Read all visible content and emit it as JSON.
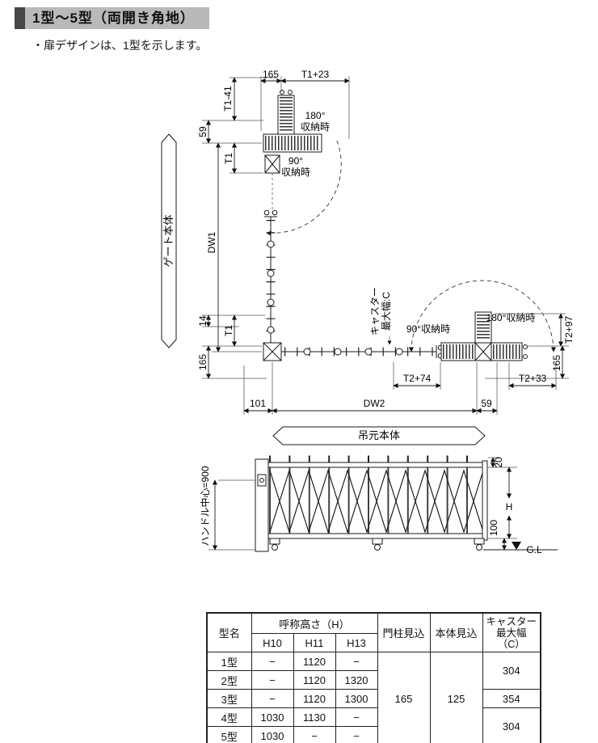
{
  "header": {
    "title": "1型～5型（両開き角地）",
    "note": "・扉デザインは、1型を示します。"
  },
  "plan": {
    "gate_body": "ゲート本体",
    "hinge_body": "吊元本体",
    "caster_label_1": "キャスター",
    "caster_label_2": "最大幅:C",
    "stored_180_l1": "180°",
    "stored_180_l2": "収納時",
    "stored_90_l1": "90°",
    "stored_90_l2": "収納時",
    "stored_90_right": "90°収納時",
    "stored_180_right": "180°収納時",
    "dims": {
      "top_165": "165",
      "top_t1_23": "T1+23",
      "t1_minus_41": "T1-41",
      "left_59": "59",
      "t1_upper": "T1",
      "dw1": "DW1",
      "left_14": "14",
      "t1_lower": "T1",
      "left_165": "165",
      "t2_97": "T2+97",
      "right_165": "165",
      "t2_74": "T2+74",
      "t2_33": "T2+33",
      "bottom_101": "101",
      "dw2": "DW2",
      "bottom_59": "59"
    }
  },
  "elevation": {
    "handle": "ハンドル中心=900",
    "top_20": "20",
    "height_h": "H",
    "bottom_100": "100",
    "ground": "G.L"
  },
  "table": {
    "col_model": "型名",
    "col_height": "呼称高さ（H）",
    "col_h10": "H10",
    "col_h11": "H11",
    "col_h13": "H13",
    "col_post": "門柱見込",
    "col_body": "本体見込",
    "col_caster": "キャスター\n最大幅\n（C）",
    "rows": [
      {
        "model": "1型",
        "h10": "−",
        "h11": "1120",
        "h13": "−"
      },
      {
        "model": "2型",
        "h10": "−",
        "h11": "1120",
        "h13": "1320"
      },
      {
        "model": "3型",
        "h10": "−",
        "h11": "1120",
        "h13": "1300"
      },
      {
        "model": "4型",
        "h10": "1030",
        "h11": "1130",
        "h13": "−"
      },
      {
        "model": "5型",
        "h10": "1030",
        "h11": "−",
        "h13": "−"
      }
    ],
    "post_value": "165",
    "body_value": "125",
    "caster_12": "304",
    "caster_3": "354",
    "caster_45": "304"
  },
  "colors": {
    "title_bg": "#b9b9b9",
    "title_accent": "#474747",
    "line": "#1a1a1a"
  }
}
